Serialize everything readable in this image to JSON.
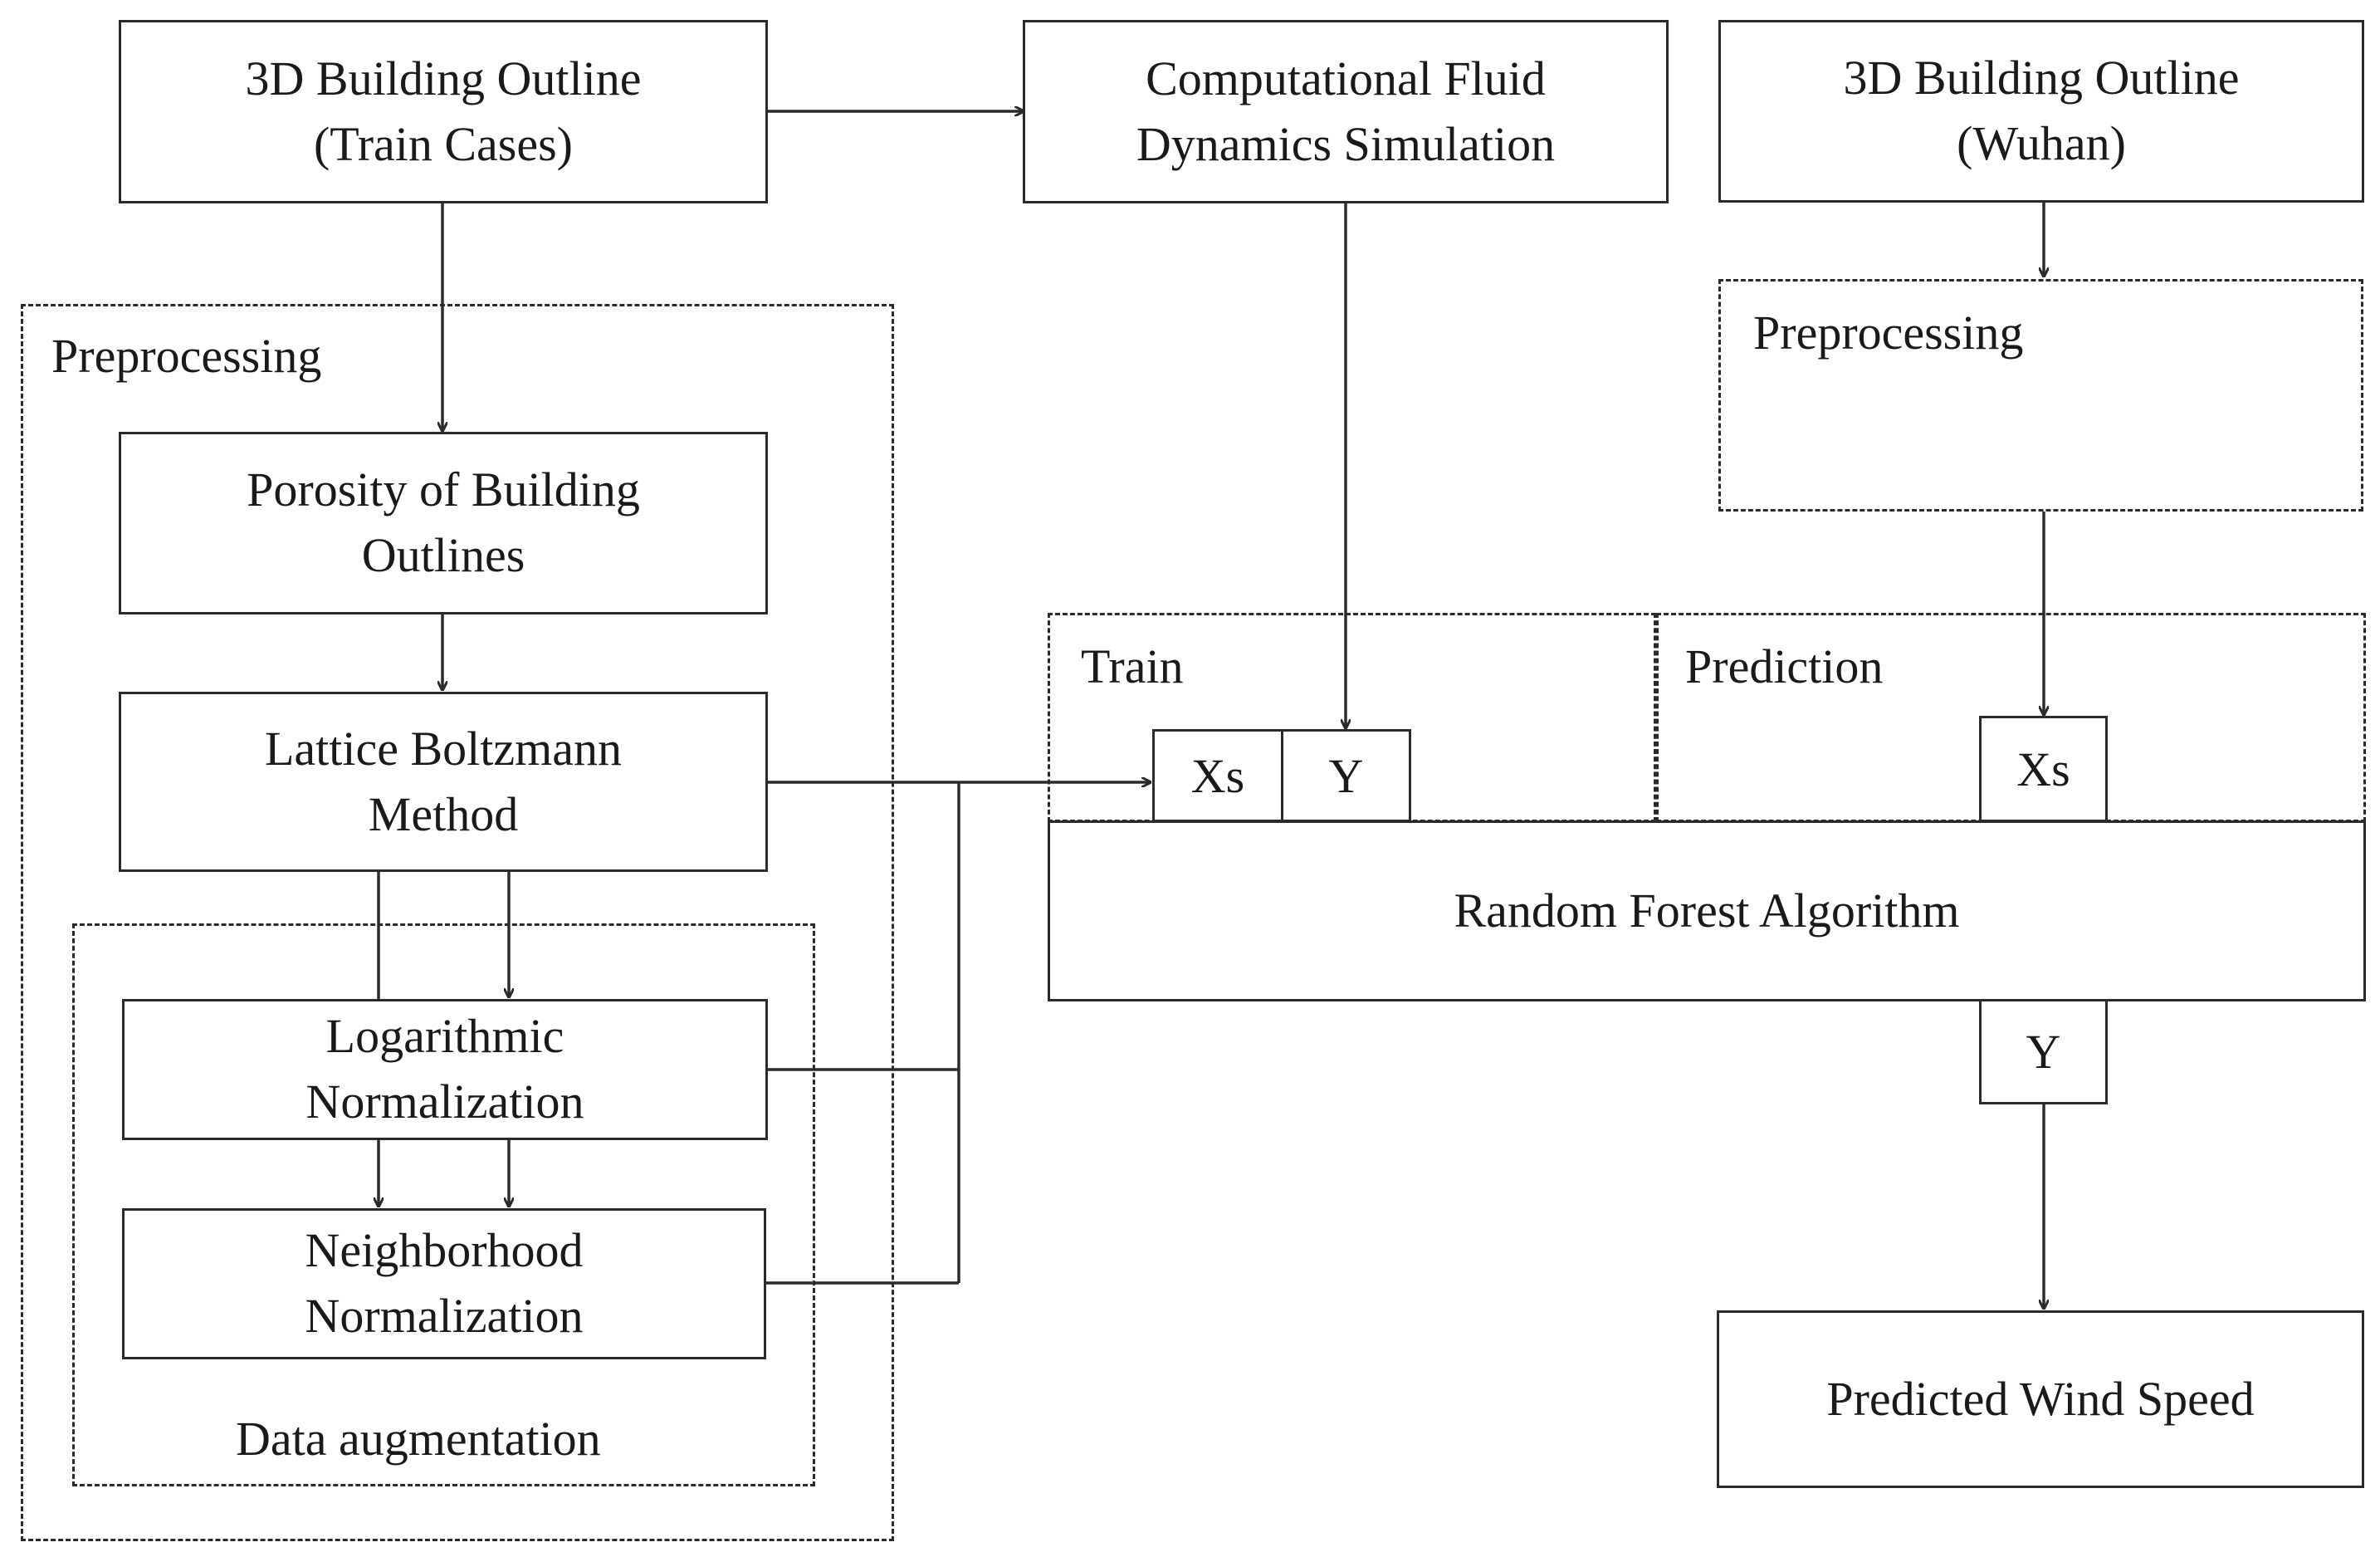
{
  "boxes": {
    "outline_train": {
      "line1": "3D Building Outline",
      "line2": "(Train Cases)"
    },
    "cfd": {
      "line1": "Computational Fluid",
      "line2": "Dynamics Simulation"
    },
    "outline_wuhan": {
      "line1": "3D Building Outline",
      "line2": "(Wuhan)"
    },
    "porosity": {
      "line1": "Porosity of Building",
      "line2": "Outlines"
    },
    "lbm": {
      "line1": "Lattice Boltzmann",
      "line2": "Method"
    },
    "log_norm": {
      "line1": "Logarithmic",
      "line2": "Normalization"
    },
    "neigh_norm": {
      "line1": "Neighborhood",
      "line2": "Normalization"
    },
    "random_forest": "Random Forest Algorithm",
    "predicted": "Predicted Wind Speed"
  },
  "groups": {
    "preprocessing_left": "Preprocessing",
    "preprocessing_right": "Preprocessing",
    "data_augmentation": "Data augmentation",
    "train": "Train",
    "prediction": "Prediction"
  },
  "cells": {
    "train_xs": "Xs",
    "train_y": "Y",
    "pred_xs": "Xs",
    "out_y": "Y"
  }
}
